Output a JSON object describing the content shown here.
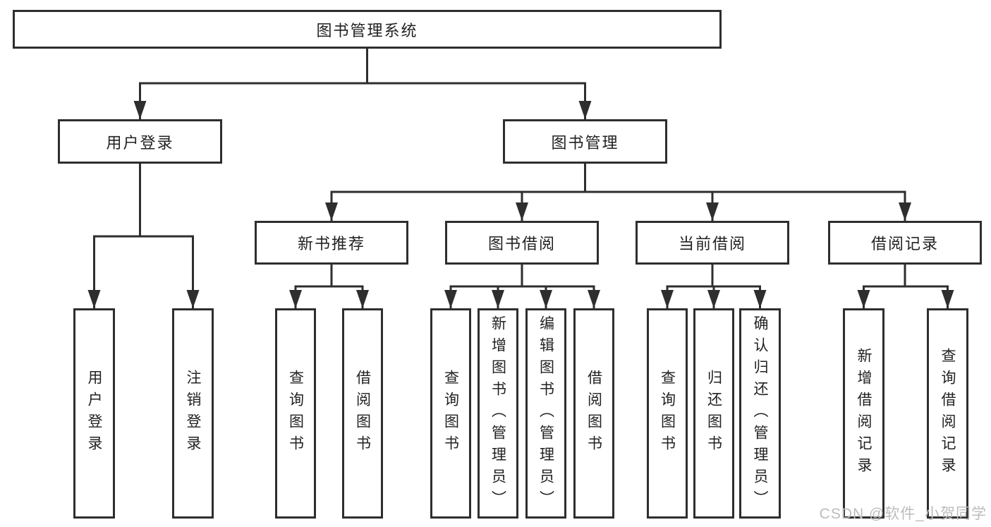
{
  "diagram": {
    "title": "图书管理系统",
    "nodes": {
      "root": {
        "label": "图书管理系统"
      },
      "user_login": {
        "label": "用户登录"
      },
      "book_mgmt": {
        "label": "图书管理"
      },
      "new_book_rec": {
        "label": "新书推荐"
      },
      "book_borrow": {
        "label": "图书借阅"
      },
      "current_borrow": {
        "label": "当前借阅"
      },
      "borrow_record": {
        "label": "借阅记录"
      },
      "leaf_user_login": {
        "label": "用户登录"
      },
      "leaf_logout": {
        "label": "注销登录"
      },
      "nb_query": {
        "label": "查询图书"
      },
      "nb_borrow": {
        "label": "借阅图书"
      },
      "bb_query": {
        "label": "查询图书"
      },
      "bb_add": {
        "label": "新增图书（管理员）"
      },
      "bb_edit": {
        "label": "编辑图书（管理员）"
      },
      "bb_borrow": {
        "label": "借阅图书"
      },
      "cb_query": {
        "label": "查询图书"
      },
      "cb_return": {
        "label": "归还图书"
      },
      "cb_confirm": {
        "label": "确认归还（管理员）"
      },
      "br_add": {
        "label": "新增借阅记录"
      },
      "br_query": {
        "label": "查询借阅记录"
      }
    },
    "edges": [
      [
        "root",
        "user_login"
      ],
      [
        "root",
        "book_mgmt"
      ],
      [
        "user_login",
        "leaf_user_login"
      ],
      [
        "user_login",
        "leaf_logout"
      ],
      [
        "book_mgmt",
        "new_book_rec"
      ],
      [
        "book_mgmt",
        "book_borrow"
      ],
      [
        "book_mgmt",
        "current_borrow"
      ],
      [
        "book_mgmt",
        "borrow_record"
      ],
      [
        "new_book_rec",
        "nb_query"
      ],
      [
        "new_book_rec",
        "nb_borrow"
      ],
      [
        "book_borrow",
        "bb_query"
      ],
      [
        "book_borrow",
        "bb_add"
      ],
      [
        "book_borrow",
        "bb_edit"
      ],
      [
        "book_borrow",
        "bb_borrow"
      ],
      [
        "current_borrow",
        "cb_query"
      ],
      [
        "current_borrow",
        "cb_return"
      ],
      [
        "current_borrow",
        "cb_confirm"
      ],
      [
        "borrow_record",
        "br_add"
      ],
      [
        "borrow_record",
        "br_query"
      ]
    ],
    "colors": {
      "line": "#2e2e2e",
      "text": "#222222",
      "background": "#ffffff",
      "watermark_text": "#bcbcbc"
    }
  },
  "watermark": "CSDN @软件_小贺同学"
}
